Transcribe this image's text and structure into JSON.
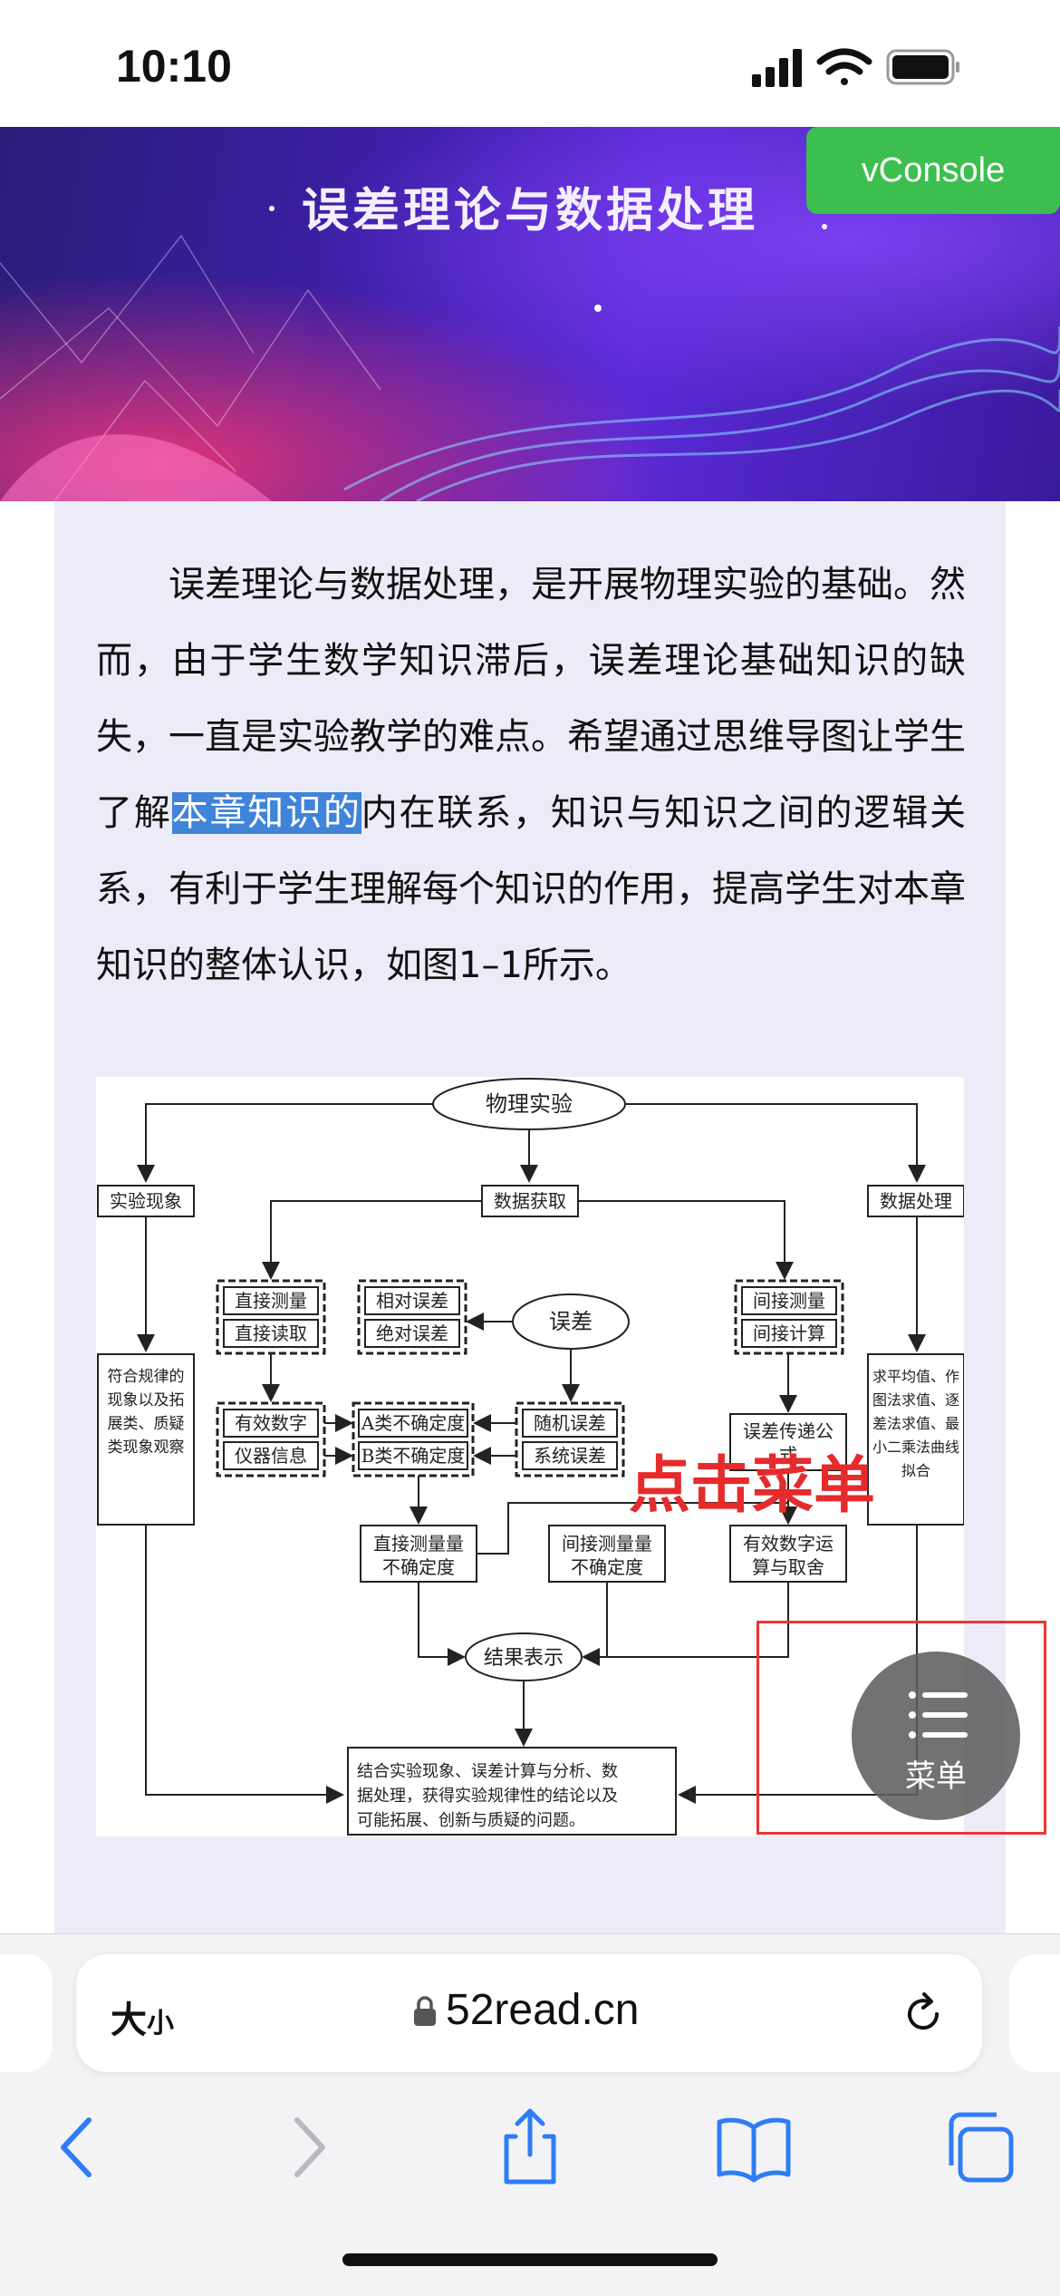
{
  "status": {
    "time": "10:10"
  },
  "banner": {
    "title": "误差理论与数据处理",
    "vconsole_label": "vConsole"
  },
  "article": {
    "para_before": "误差理论与数据处理，是开展物理实验的基础。然而，由于学生数学知识滞后，误差理论基础知识的缺失，一直是实验教学的难点。希望通过思维导图让学生了解",
    "para_highlight": "本章知识的",
    "para_after": "内在联系，知识与知识之间的逻辑关系，有利于学生理解每个知识的作用，提高学生对本章知识的整体认识，如图1–1所示。"
  },
  "figure": {
    "top": "物理实验",
    "left_head": "实验现象",
    "mid_head": "数据获取",
    "right_head": "数据处理",
    "direct_measure": "直接测量",
    "direct_read": "直接读取",
    "relative_err": "相对误差",
    "absolute_err": "绝对误差",
    "error": "误差",
    "indirect_measure": "间接测量",
    "indirect_calc": "间接计算",
    "left_box": [
      "符合规律的",
      "现象以及拓",
      "展类、质疑",
      "类现象观察"
    ],
    "right_box": [
      "求平均值、作",
      "图法求值、逐",
      "差法求值、最",
      "小二乘法曲线",
      "拟合"
    ],
    "sig_digits": "有效数字",
    "instrument": "仪器信息",
    "typeA": "A类不确定度",
    "typeB": "B类不确定度",
    "random_err": "随机误差",
    "system_err": "系统误差",
    "propagation": [
      "误差传递公",
      "式"
    ],
    "direct_unc": [
      "直接测量量",
      "不确定度"
    ],
    "indirect_unc": [
      "间接测量量",
      "不确定度"
    ],
    "sig_ops": [
      "有效数字运",
      "算与取舍"
    ],
    "result": "结果表示",
    "conclusion": [
      "结合实验现象、误差计算与分析、数",
      "据处理，获得实验规律性的结论以及",
      "可能拓展、创新与质疑的问题。"
    ]
  },
  "annotation": {
    "text": "点击菜单"
  },
  "menu_fab": {
    "label": "菜单"
  },
  "browser": {
    "text_size_label": "大",
    "text_size_small": "小",
    "url": "52read.cn"
  },
  "colors": {
    "highlight": "#3f84d9",
    "vconsole": "#3cbf4f",
    "annotation": "#e52b2b",
    "ios_blue": "#2f7cf6"
  }
}
